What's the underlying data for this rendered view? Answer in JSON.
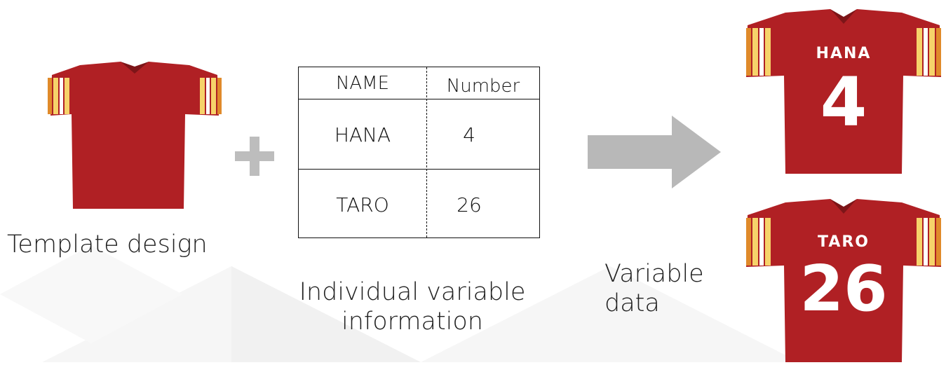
{
  "colors": {
    "shirt_red": "#b02024",
    "stripe_yellow": "#f6d36a",
    "stripe_white": "#ffffff",
    "stripe_orange": "#e08a2a",
    "plus_gray": "#bdbdbd",
    "arrow_gray": "#b8b8b8",
    "jersey_text": "#ffffff"
  },
  "template": {
    "caption": "Template design"
  },
  "table": {
    "caption_line1": "Individual variable",
    "caption_line2": "information",
    "header": {
      "name": "NAME",
      "number": "Number"
    },
    "rows": [
      {
        "name": "HANA",
        "number": "4"
      },
      {
        "name": "TARO",
        "number": "26"
      }
    ]
  },
  "output": {
    "caption_line1": "Variable",
    "caption_line2": "data",
    "jerseys": [
      {
        "name": "HANA",
        "number": "4"
      },
      {
        "name": "TARO",
        "number": "26"
      }
    ]
  }
}
